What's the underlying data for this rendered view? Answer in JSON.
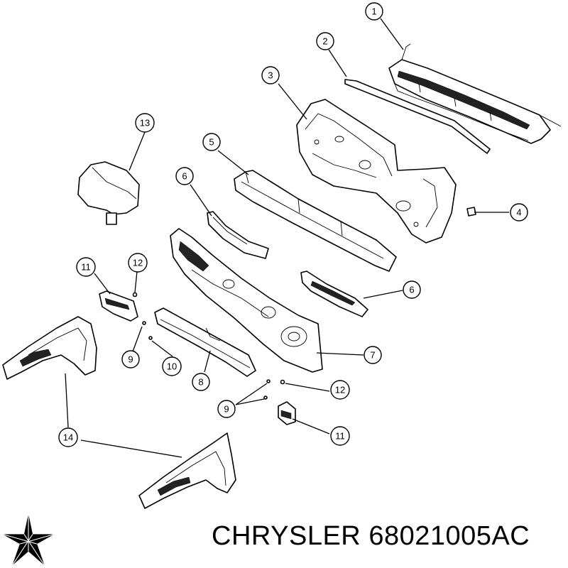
{
  "caption": {
    "brand": "CHRYSLER",
    "part_number": "68021005AC"
  },
  "brand_logo": {
    "icon": "chrysler-pentastar-icon",
    "color": "#000000"
  },
  "callouts": [
    {
      "label": "1"
    },
    {
      "label": "2"
    },
    {
      "label": "3"
    },
    {
      "label": "4"
    },
    {
      "label": "5"
    },
    {
      "label": "6"
    },
    {
      "label": "6"
    },
    {
      "label": "7"
    },
    {
      "label": "8"
    },
    {
      "label": "9"
    },
    {
      "label": "9"
    },
    {
      "label": "10"
    },
    {
      "label": "11"
    },
    {
      "label": "11"
    },
    {
      "label": "12"
    },
    {
      "label": "12"
    },
    {
      "label": "13"
    },
    {
      "label": "14"
    }
  ]
}
